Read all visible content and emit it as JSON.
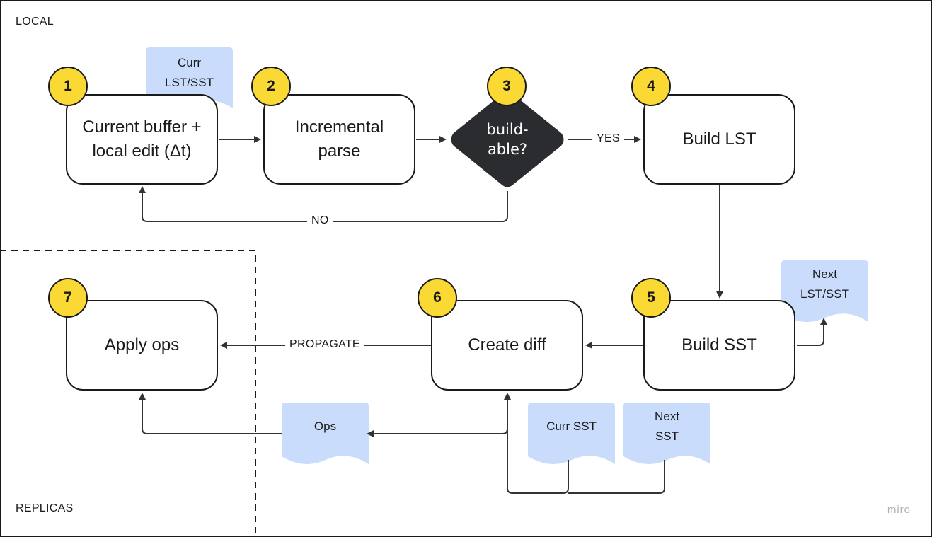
{
  "regions": {
    "local": "LOCAL",
    "replicas": "REPLICAS"
  },
  "nodes": {
    "n1": {
      "step": "1",
      "label": "Current buffer +\nlocal edit (Δt)"
    },
    "n2": {
      "step": "2",
      "label": "Incremental\nparse"
    },
    "n3": {
      "step": "3",
      "label": "build-\nable?"
    },
    "n4": {
      "step": "4",
      "label": "Build LST"
    },
    "n5": {
      "step": "5",
      "label": "Build SST"
    },
    "n6": {
      "step": "6",
      "label": "Create diff"
    },
    "n7": {
      "step": "7",
      "label": "Apply ops"
    }
  },
  "documents": {
    "curr_lst_sst": "Curr\nLST/SST",
    "next_lst_sst": "Next\nLST/SST",
    "ops": "Ops",
    "curr_sst": "Curr SST",
    "next_sst": "Next\nSST"
  },
  "edges": {
    "yes": "YES",
    "no": "NO",
    "propagate": "PROPAGATE"
  },
  "watermark": "miro",
  "colors": {
    "badge": "#fbd935",
    "document": "#c9dcfb",
    "diamond": "#2b2c30",
    "stroke": "#1a1a1a"
  }
}
